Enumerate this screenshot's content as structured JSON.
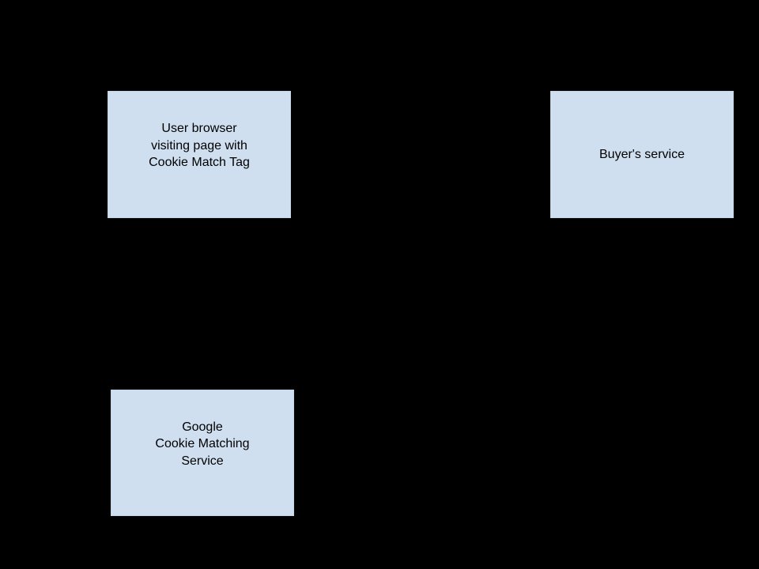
{
  "diagram": {
    "background_color": "#000000",
    "node_fill_color": "#cfdff0",
    "node_border_color": "#c2d4e8",
    "node_text_color": "#000000",
    "nodes": [
      {
        "id": "user-browser",
        "label": "User browser\nvisiting page with\nCookie Match Tag"
      },
      {
        "id": "buyers-service",
        "label": "Buyer's service"
      },
      {
        "id": "google-cookie-matching-service",
        "label": "Google\nCookie Matching\nService"
      }
    ]
  }
}
